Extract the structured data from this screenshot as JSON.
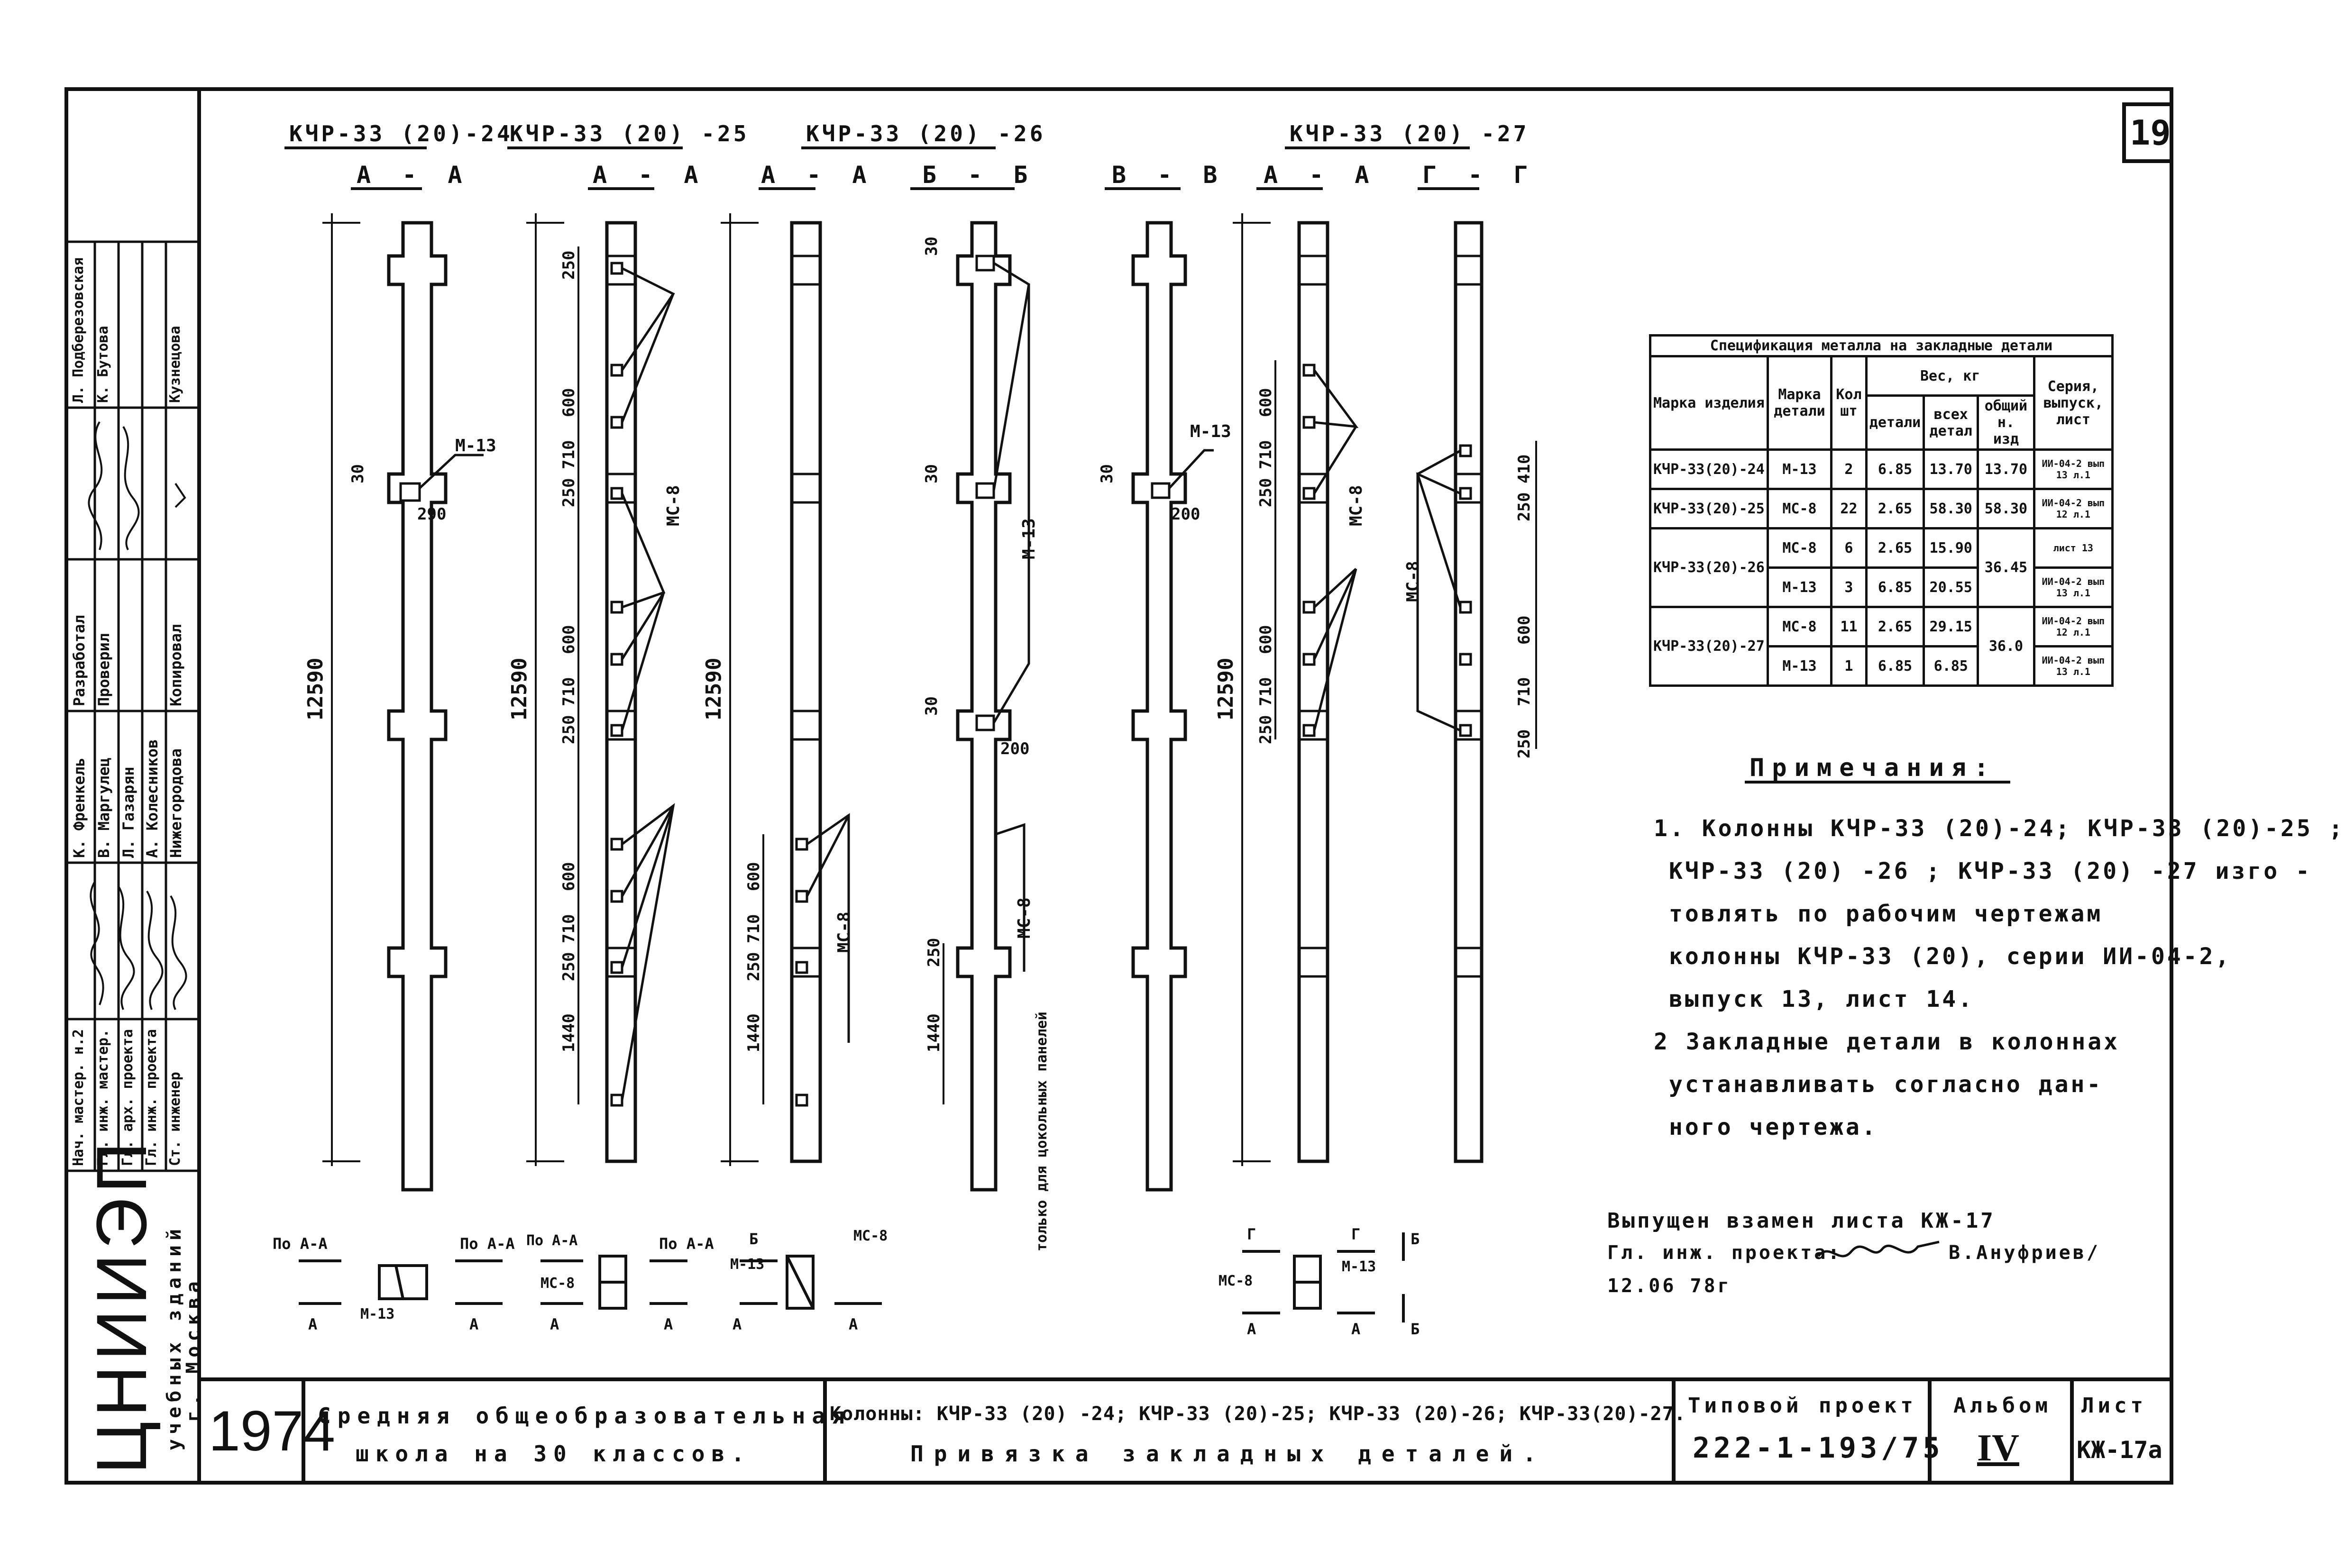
{
  "sheet_number": "19",
  "columns": [
    {
      "mark": "КЧР-33 (20)-24",
      "section": "А - А"
    },
    {
      "mark": "КЧР-33 (20) -25",
      "section": "А - А"
    },
    {
      "mark": "КЧР-33 (20) -26",
      "section_a": "А - А",
      "section_b": "Б - Б"
    },
    {
      "section": "В - В"
    },
    {
      "mark": "КЧР-33 (20) -27",
      "section_a": "А - А",
      "section_b": "Г - Г"
    }
  ],
  "dimensions": {
    "total_height": "12590",
    "d30": "30",
    "d250": "250",
    "d600": "600",
    "d710": "710",
    "d1440": "1440",
    "d290": "290",
    "d200": "200",
    "d410": "410"
  },
  "part_labels": {
    "m13": "М-13",
    "mc8": "МС-8",
    "only_plinth": "только для цокольных панелей"
  },
  "section_views": {
    "po_aa": "По А-А",
    "a": "А",
    "b": "Б",
    "g": "Г",
    "m13": "М-13",
    "mc8": "МС-8"
  },
  "spec_table": {
    "title": "Спецификация металла на закладные детали",
    "headers": {
      "product_mark": "Марка изделия",
      "part_mark": "Марка детали",
      "qty": "Кол шт",
      "weight": "Вес, кг",
      "per_part": "детали",
      "all_parts": "всех детал",
      "total_product": "общий н. изд",
      "series": "Серия, выпуск, лист"
    },
    "rows": [
      {
        "product": "КЧР-33(20)-24",
        "part": "М-13",
        "qty": "2",
        "w1": "6.85",
        "w2": "13.70",
        "w3": "13.70",
        "ref": "ИИ-04-2 вып 13 л.1"
      },
      {
        "product": "КЧР-33(20)-25",
        "part": "МС-8",
        "qty": "22",
        "w1": "2.65",
        "w2": "58.30",
        "w3": "58.30",
        "ref": "ИИ-04-2 вып 12 л.1"
      },
      {
        "product": "КЧР-33(20)-26",
        "part": "МС-8",
        "qty": "6",
        "w1": "2.65",
        "w2": "15.90",
        "w3": "",
        "ref": "лист 13"
      },
      {
        "product": "",
        "part": "М-13",
        "qty": "3",
        "w1": "6.85",
        "w2": "20.55",
        "w3": "36.45",
        "ref": "ИИ-04-2 вып 13 л.1"
      },
      {
        "product": "КЧР-33(20)-27",
        "part": "МС-8",
        "qty": "11",
        "w1": "2.65",
        "w2": "29.15",
        "w3": "",
        "ref": "ИИ-04-2 вып 12 л.1"
      },
      {
        "product": "",
        "part": "М-13",
        "qty": "1",
        "w1": "6.85",
        "w2": "6.85",
        "w3": "36.0",
        "ref": "ИИ-04-2 вып 13 л.1"
      }
    ]
  },
  "notes": {
    "heading": "Примечания:",
    "line1": "1. Колонны КЧР-33 (20)-24; КЧР-33 (20)-25 ;",
    "line2": "КЧР-33 (20) -26 ; КЧР-33 (20) -27 изго -",
    "line3": "товлять по рабочим чертежам",
    "line4": "колонны КЧР-33 (20), серии ИИ-04-2,",
    "line5": "выпуск 13, лист 14.",
    "line6": "2 Закладные детали в колоннах",
    "line7": "устанавливать согласно дан-",
    "line8": "ного чертежа."
  },
  "issued": {
    "line1": "Выпущен взамен листа КЖ-17",
    "line2": "Гл. инж. проекта:",
    "name": "В.Ануфриев/",
    "date": "12.06 78г"
  },
  "title_block": {
    "year": "1974",
    "object_line1": "Средняя общеобразовательная",
    "object_line2": "школа на 30 классов.",
    "sheet_title_line1": "Колонны: КЧР-33 (20) -24; КЧР-33 (20)-25; КЧР-33 (20)-26; КЧР-33(20)-27.",
    "sheet_title_line2": "Привязка закладных деталей.",
    "project_label": "Типовой проект",
    "project_number": "222-1-193/75",
    "album_label": "Альбом",
    "album_number": "IV",
    "sheet_label": "Лист",
    "sheet_code": "КЖ-17а"
  },
  "side_stamp": {
    "org_big": "ЦНИИЭП",
    "org_small1": "учебных зданий",
    "org_small2": "г. Москва",
    "roles": [
      "Нач. мастер. н.2",
      "Гл. инж. мастер.",
      "Гл. арх. проекта",
      "Гл. инж. проекта",
      "Ст. инженер"
    ],
    "names": [
      "К. Френкель",
      "В. Маргулец",
      "Л. Газарян",
      "А. Колесников",
      "Нижегородова"
    ],
    "dev": [
      "Разработал",
      "Проверил"
    ],
    "copied": "Копировал",
    "top_names": [
      "Л. Подберезовская",
      "К. Бутова"
    ],
    "top_right": "Кузнецова"
  }
}
